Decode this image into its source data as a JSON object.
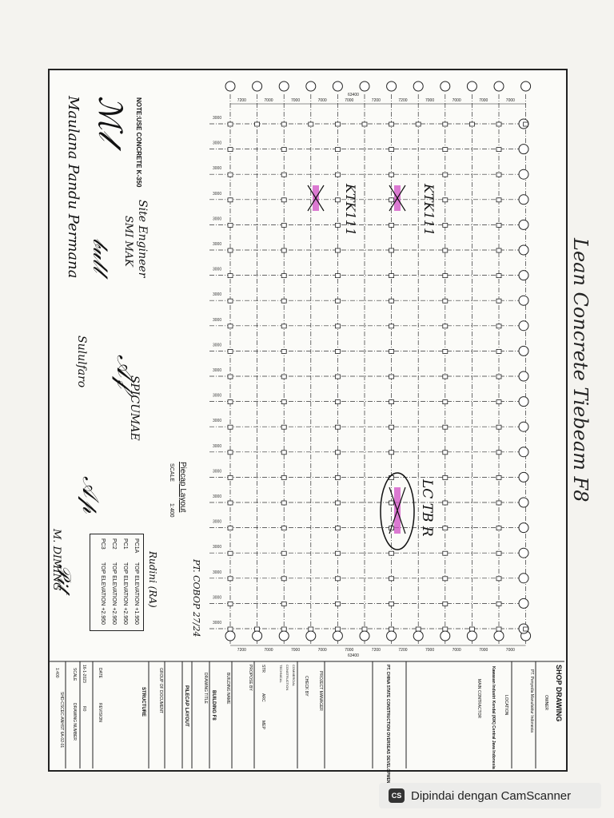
{
  "handwritten_title": "Lean Concrete Tiebeam F8",
  "note": "NOTE:USE CONCRETE K-350",
  "plan_title": "Piecap Layout",
  "plan_scale": "1:400",
  "scale_word": "SCALE",
  "span_labels_top": [
    "7200",
    "7000",
    "7000",
    "7000",
    "7000",
    "7200"
  ],
  "total_span": "63400",
  "legend": [
    {
      "code": "PC1A",
      "desc": "TOP ELEVATION +1.950"
    },
    {
      "code": "PC1",
      "desc": "TOP ELEVATION +2.950"
    },
    {
      "code": "PC2",
      "desc": "TOP ELEVATION +2.950"
    },
    {
      "code": "PC3",
      "desc": "TOP ELEVATION +2.950"
    }
  ],
  "markup": {
    "check_a": "KTK111",
    "check_b": "KTK111",
    "check_c": "LC TB R"
  },
  "signatures": {
    "name": "Maulana Pandu Permana",
    "site_engineer": "Site Engineer",
    "company1": "SMI MAK",
    "sign1_name": "Sululfaro",
    "company2": "SPICUMAE",
    "sign2_name": "M. DIMING",
    "sign3": "PT. COBOP 27/24",
    "sign4": "Rudini (RA)"
  },
  "title_block": {
    "header": "SHOP DRAWING",
    "owner": "OWNER",
    "owner_name": "PT. Penyedia Manufaktur Indonesia",
    "location_label": "LOCATION",
    "location": "Kawasan Industri Kendal (KIK) Central Java Indonesia",
    "main_contractor_label": "MAIN CONTRACTOR",
    "contractor": "PT. CHINA STATE CONSTRUCTION OVERSEAS DEVELOPMENT SHANGHAI",
    "project_manager": "PROJECT MANAGER",
    "check_by": "CHECK BY",
    "commercial": "COMMERCIAL",
    "construction": "CONSTRUCTION",
    "technical": "TECHNICAL",
    "disciplines": [
      "STR",
      "ARC",
      "MEP"
    ],
    "propose_by": "PROPOSE BY",
    "building_name_label": "BUILDING NAME",
    "building_name": "BUILDING F8",
    "drawing_title_label": "DRAWING TITLE",
    "drawing_title": "PILECAP LAYOUT",
    "group_label": "GROUP OF DOCUMENT",
    "group": "STRUCTURE",
    "date_label": "DATE",
    "date": "16-1-2023",
    "revision_label": "REVISION",
    "revision": "R0",
    "scale_label": "SCALE",
    "scale": "1:400",
    "drawing_number_label": "DRAWING NUMBER",
    "drawing_number": "SHD-CSCEC-ANHST 6A-02-01"
  },
  "camscanner": "Dipindai dengan CamScanner",
  "camscanner_logo": "CS"
}
